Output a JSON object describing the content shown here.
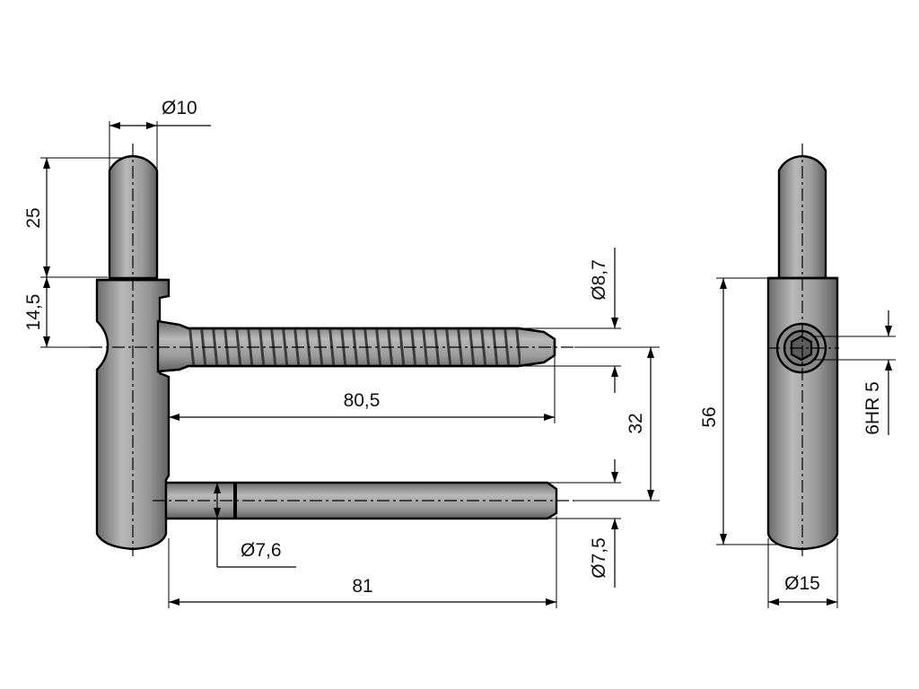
{
  "dimensions": {
    "pin_diameter": "Ø10",
    "pin_length": "25",
    "collar_height": "14,5",
    "thread_diameter": "Ø8,7",
    "thread_length": "80,5",
    "axis_spacing": "32",
    "body_height": "56",
    "hex_socket": "6HR 5",
    "plain_pin_diameter": "Ø7,6",
    "plain_pin_end_diameter": "Ø7,5",
    "plain_pin_length": "81",
    "body_diameter": "Ø15"
  },
  "colors": {
    "metal_light": "#b4b4b4",
    "metal_mid": "#8d8d8d",
    "metal_dark": "#5e5e5e",
    "line": "#000000"
  }
}
